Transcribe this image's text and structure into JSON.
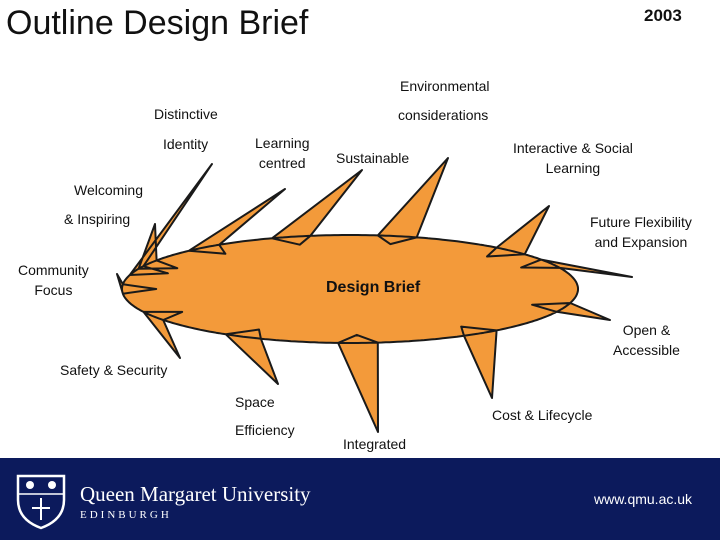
{
  "slide": {
    "title": "Outline Design Brief",
    "year": "2003"
  },
  "diagram": {
    "center_label": "Design Brief",
    "colors": {
      "fill": "#f39a3a",
      "outline": "#1a1a1a"
    },
    "labels": {
      "environmental": "Environmental",
      "considerations": "considerations",
      "distinctive": "Distinctive",
      "identity": "Identity",
      "learning_centred": [
        "Learning",
        "centred"
      ],
      "sustainable": "Sustainable",
      "interactive_social": [
        "Interactive & Social",
        "Learning"
      ],
      "welcoming": "Welcoming",
      "inspiring": "& Inspiring",
      "future_flexibility": [
        "Future Flexibility",
        "and Expansion"
      ],
      "community_focus": [
        "Community",
        "Focus"
      ],
      "open_accessible": [
        "Open &",
        "Accessible"
      ],
      "safety_security": "Safety & Security",
      "space": "Space",
      "efficiency": "Efficiency",
      "cost_lifecycle": "Cost & Lifecycle",
      "integrated": "Integrated"
    }
  },
  "footer": {
    "university": "Queen Margaret University",
    "city": "EDINBURGH",
    "url": "www.qmu.ac.uk",
    "crest_icon": "university-crest-icon"
  }
}
